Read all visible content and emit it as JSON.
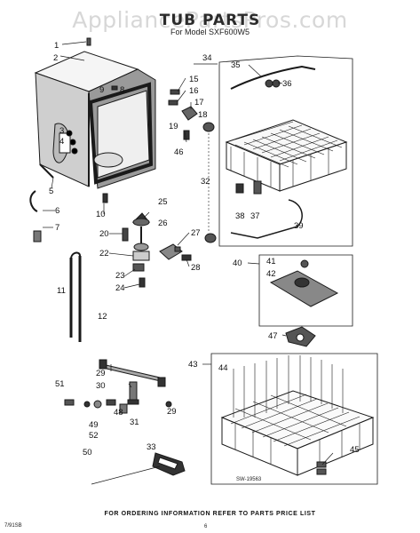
{
  "watermark": "AppliancePartsPros.com",
  "title": "TUB PARTS",
  "subtitle": "For Model SXF600W5",
  "footer": {
    "ordering_note": "FOR ORDERING INFORMATION REFER TO PARTS PRICE LIST",
    "page_number": "6",
    "drawing_number": "7/91SB",
    "part_reference": "SW-19563"
  },
  "callouts": [
    "1",
    "2",
    "3",
    "4",
    "5",
    "6",
    "7",
    "8",
    "9",
    "10",
    "11",
    "12",
    "15",
    "16",
    "17",
    "18",
    "19",
    "20",
    "22",
    "23",
    "24",
    "25",
    "26",
    "27",
    "28",
    "29",
    "29",
    "30",
    "31",
    "32",
    "33",
    "34",
    "35",
    "36",
    "37",
    "38",
    "39",
    "40",
    "41",
    "42",
    "43",
    "44",
    "45",
    "46",
    "47",
    "48",
    "49",
    "50",
    "51",
    "52"
  ]
}
